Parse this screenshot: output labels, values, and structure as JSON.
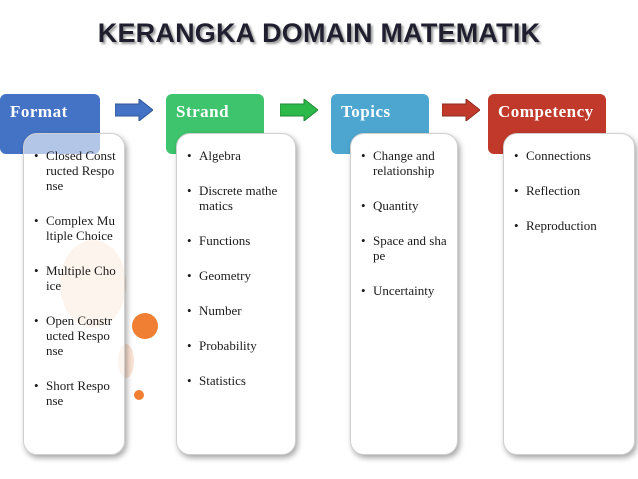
{
  "title": "KERANGKA DOMAIN MATEMATIK",
  "colors": {
    "format": "#4472c4",
    "strand": "#3ec46d",
    "topics": "#4da6cf",
    "competency": "#c0392b",
    "accent_orange": "#f07f33",
    "arrow_blue": "#4472c4",
    "arrow_green": "#2db84a",
    "arrow_red": "#c0392b"
  },
  "bullet_glyph": "•",
  "columns": [
    {
      "header": "Format",
      "items": [
        "Closed Constructed Response",
        "Complex Multiple Choice",
        "Multiple Choice",
        "Open Constructed Response",
        "Short Response"
      ]
    },
    {
      "header": "Strand",
      "items": [
        "Algebra",
        "Discrete mathematics",
        "Functions",
        "Geometry",
        "Number",
        "Probability",
        "Statistics"
      ]
    },
    {
      "header": "Topics",
      "items": [
        "Change and relationship",
        "Quantity",
        "Space and shape",
        "Uncertainty"
      ]
    },
    {
      "header": "Competency",
      "items": [
        "Connections",
        "Reflection",
        "Reproduction"
      ]
    }
  ]
}
